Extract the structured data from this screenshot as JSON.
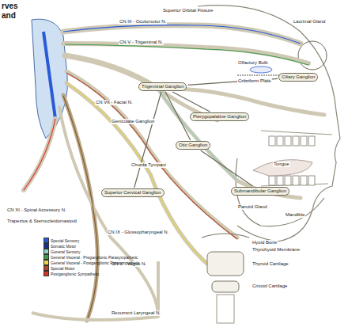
{
  "diagram": {
    "nodes": [
      {
        "text": [
          "Ciliary Ganglion"
        ]
      },
      {
        "text": [
          "Trigeminal Ganglion"
        ]
      },
      {
        "text": [
          "Pterygopalatine Ganglion"
        ]
      },
      {
        "text": [
          "Otic Ganglion"
        ]
      },
      {
        "text": [
          "Submandibular Ganglion"
        ]
      },
      {
        "text": [
          "Superior Cervical Ganglion"
        ]
      }
    ],
    "edges": [
      {
        "from": 1,
        "to": 0,
        "arrow": "none"
      },
      {
        "from": 1,
        "to": 2,
        "arrow": "none"
      },
      {
        "from": 1,
        "to": 3,
        "arrow": "none"
      },
      {
        "from": 3,
        "to": 4,
        "arrow": "none"
      },
      {
        "from": 5,
        "to": 1,
        "arrow": "none"
      }
    ],
    "labels": [
      "rves",
      "and",
      "Superior Orbital Fissure",
      "Olfactory Bulb",
      "Cribriform Plate",
      "Lacrimal Gland",
      "Tongue",
      "Mandible",
      "Parotid Gland",
      "Chorda Tympani",
      "Geniculate Ganglion",
      "Hyoid Bone",
      "Thyrohyoid Membrane",
      "Thyroid Cartilage",
      "Cricoid Cartilage",
      "Recurrent Laryngeal N.",
      "CN XI - Spinal Accessory N.",
      "Trapezius & Sternocleidomastoid",
      "CN III - Oculomotor N.",
      "CN V - Trigeminal N.",
      "CN VII - Facial N.",
      "CN IX - Glossopharyngeal N.",
      "CN X - Vagus N."
    ],
    "legend": [
      {
        "text": "Special Sensory",
        "color": "#2a5bd7"
      },
      {
        "text": "Somatic Motor",
        "color": "#1b2e8c"
      },
      {
        "text": "General Sensory",
        "color": "#8ed1c6"
      },
      {
        "text": "General Visceral - Preganglionic Parasympathetic",
        "color": "#3f9a4a"
      },
      {
        "text": "General Visceral - Postganglionic Parasympathetic",
        "color": "#e8d44d"
      },
      {
        "text": "Special Motor",
        "color": "#b0462a"
      },
      {
        "text": "Postganglionic Sympathetic",
        "color": "#d9342b"
      }
    ]
  }
}
